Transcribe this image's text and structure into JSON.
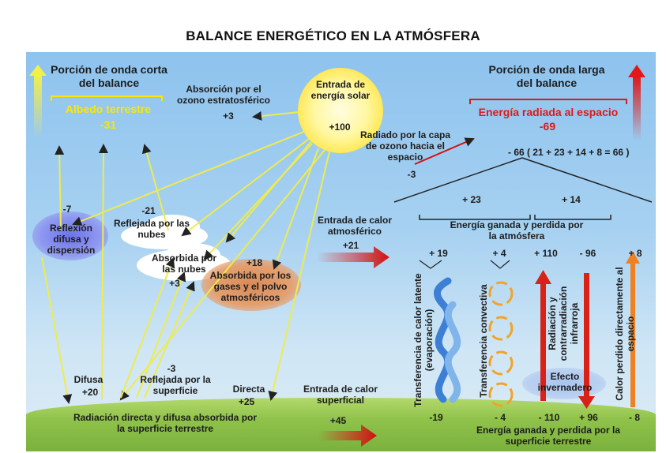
{
  "title": "BALANCE ENERGÉTICO EN LA ATMÓSFERA",
  "short_wave": {
    "heading": "Porción de onda corta del balance",
    "albedo_label": "Albedo terrestre",
    "albedo_value": "-31"
  },
  "long_wave": {
    "heading": "Porción de onda larga del balance",
    "radiated_label": "Energía radiada al espacio",
    "radiated_value": "-69"
  },
  "sun": {
    "label": "Entrada de energía solar",
    "value": "+100"
  },
  "ozone_absorption": {
    "label": "Absorción por el ozono estratosférico",
    "value": "+3"
  },
  "ozone_radiated": {
    "label": "Radiado por la capa de ozono hacia el espacio",
    "value": "-3"
  },
  "longwave_sum": "- 66 ( 21 + 23 + 14 + 8 = 66 )",
  "diffuse_reflection": {
    "value": "-7",
    "label": "Reflexión difusa y dispersión"
  },
  "cloud_reflected": {
    "value": "-21",
    "label": "Reflejada por las nubes"
  },
  "cloud_absorbed": {
    "label": "Absorbida por las nubes",
    "value": "+3"
  },
  "gas_absorbed": {
    "value": "+18",
    "label": "Absorbida por los gases y el polvo atmosféricos"
  },
  "atm_heat_input": {
    "label": "Entrada de calor atmosférico",
    "value": "+21"
  },
  "atm_energy": {
    "plus23": "+ 23",
    "plus14": "+ 14",
    "label": "Energía ganada y perdida por la atmósfera"
  },
  "flux_top": {
    "latent": "+ 19",
    "convective": "+ 4",
    "radiation": "+ 110",
    "counter": "- 96",
    "lost": "+ 8"
  },
  "flux_bottom": {
    "latent": "-19",
    "convective": "- 4",
    "radiation": "- 110",
    "counter": "+ 96",
    "lost": "- 8"
  },
  "vertical_labels": {
    "latent": "Transferencia de calor latente (evaporación)",
    "convective": "Transferencia convectiva",
    "radiation": "Radiación y contrarradiación infrarroja",
    "lost": "Calor perdido directamente al espacio"
  },
  "greenhouse": "Efecto invernadero",
  "diffuse": {
    "label": "Difusa",
    "value": "+20"
  },
  "surface_reflected": {
    "value": "-3",
    "label": "Reflejada por la superficie"
  },
  "direct": {
    "label": "Directa",
    "value": "+25"
  },
  "surface_heat_input": {
    "label": "Entrada de calor superficial",
    "value": "+45"
  },
  "surface_absorbed": "Radiación directa y difusa absorbida por la superficie terrestre",
  "surface_energy": "Energía ganada y perdida por la superficie terrestre",
  "colors": {
    "sky": "#9fcbef",
    "ground": "#8fc24a",
    "yellow_arrow": "#f3ef4a",
    "red": "#e01818",
    "orange": "#f08020"
  }
}
